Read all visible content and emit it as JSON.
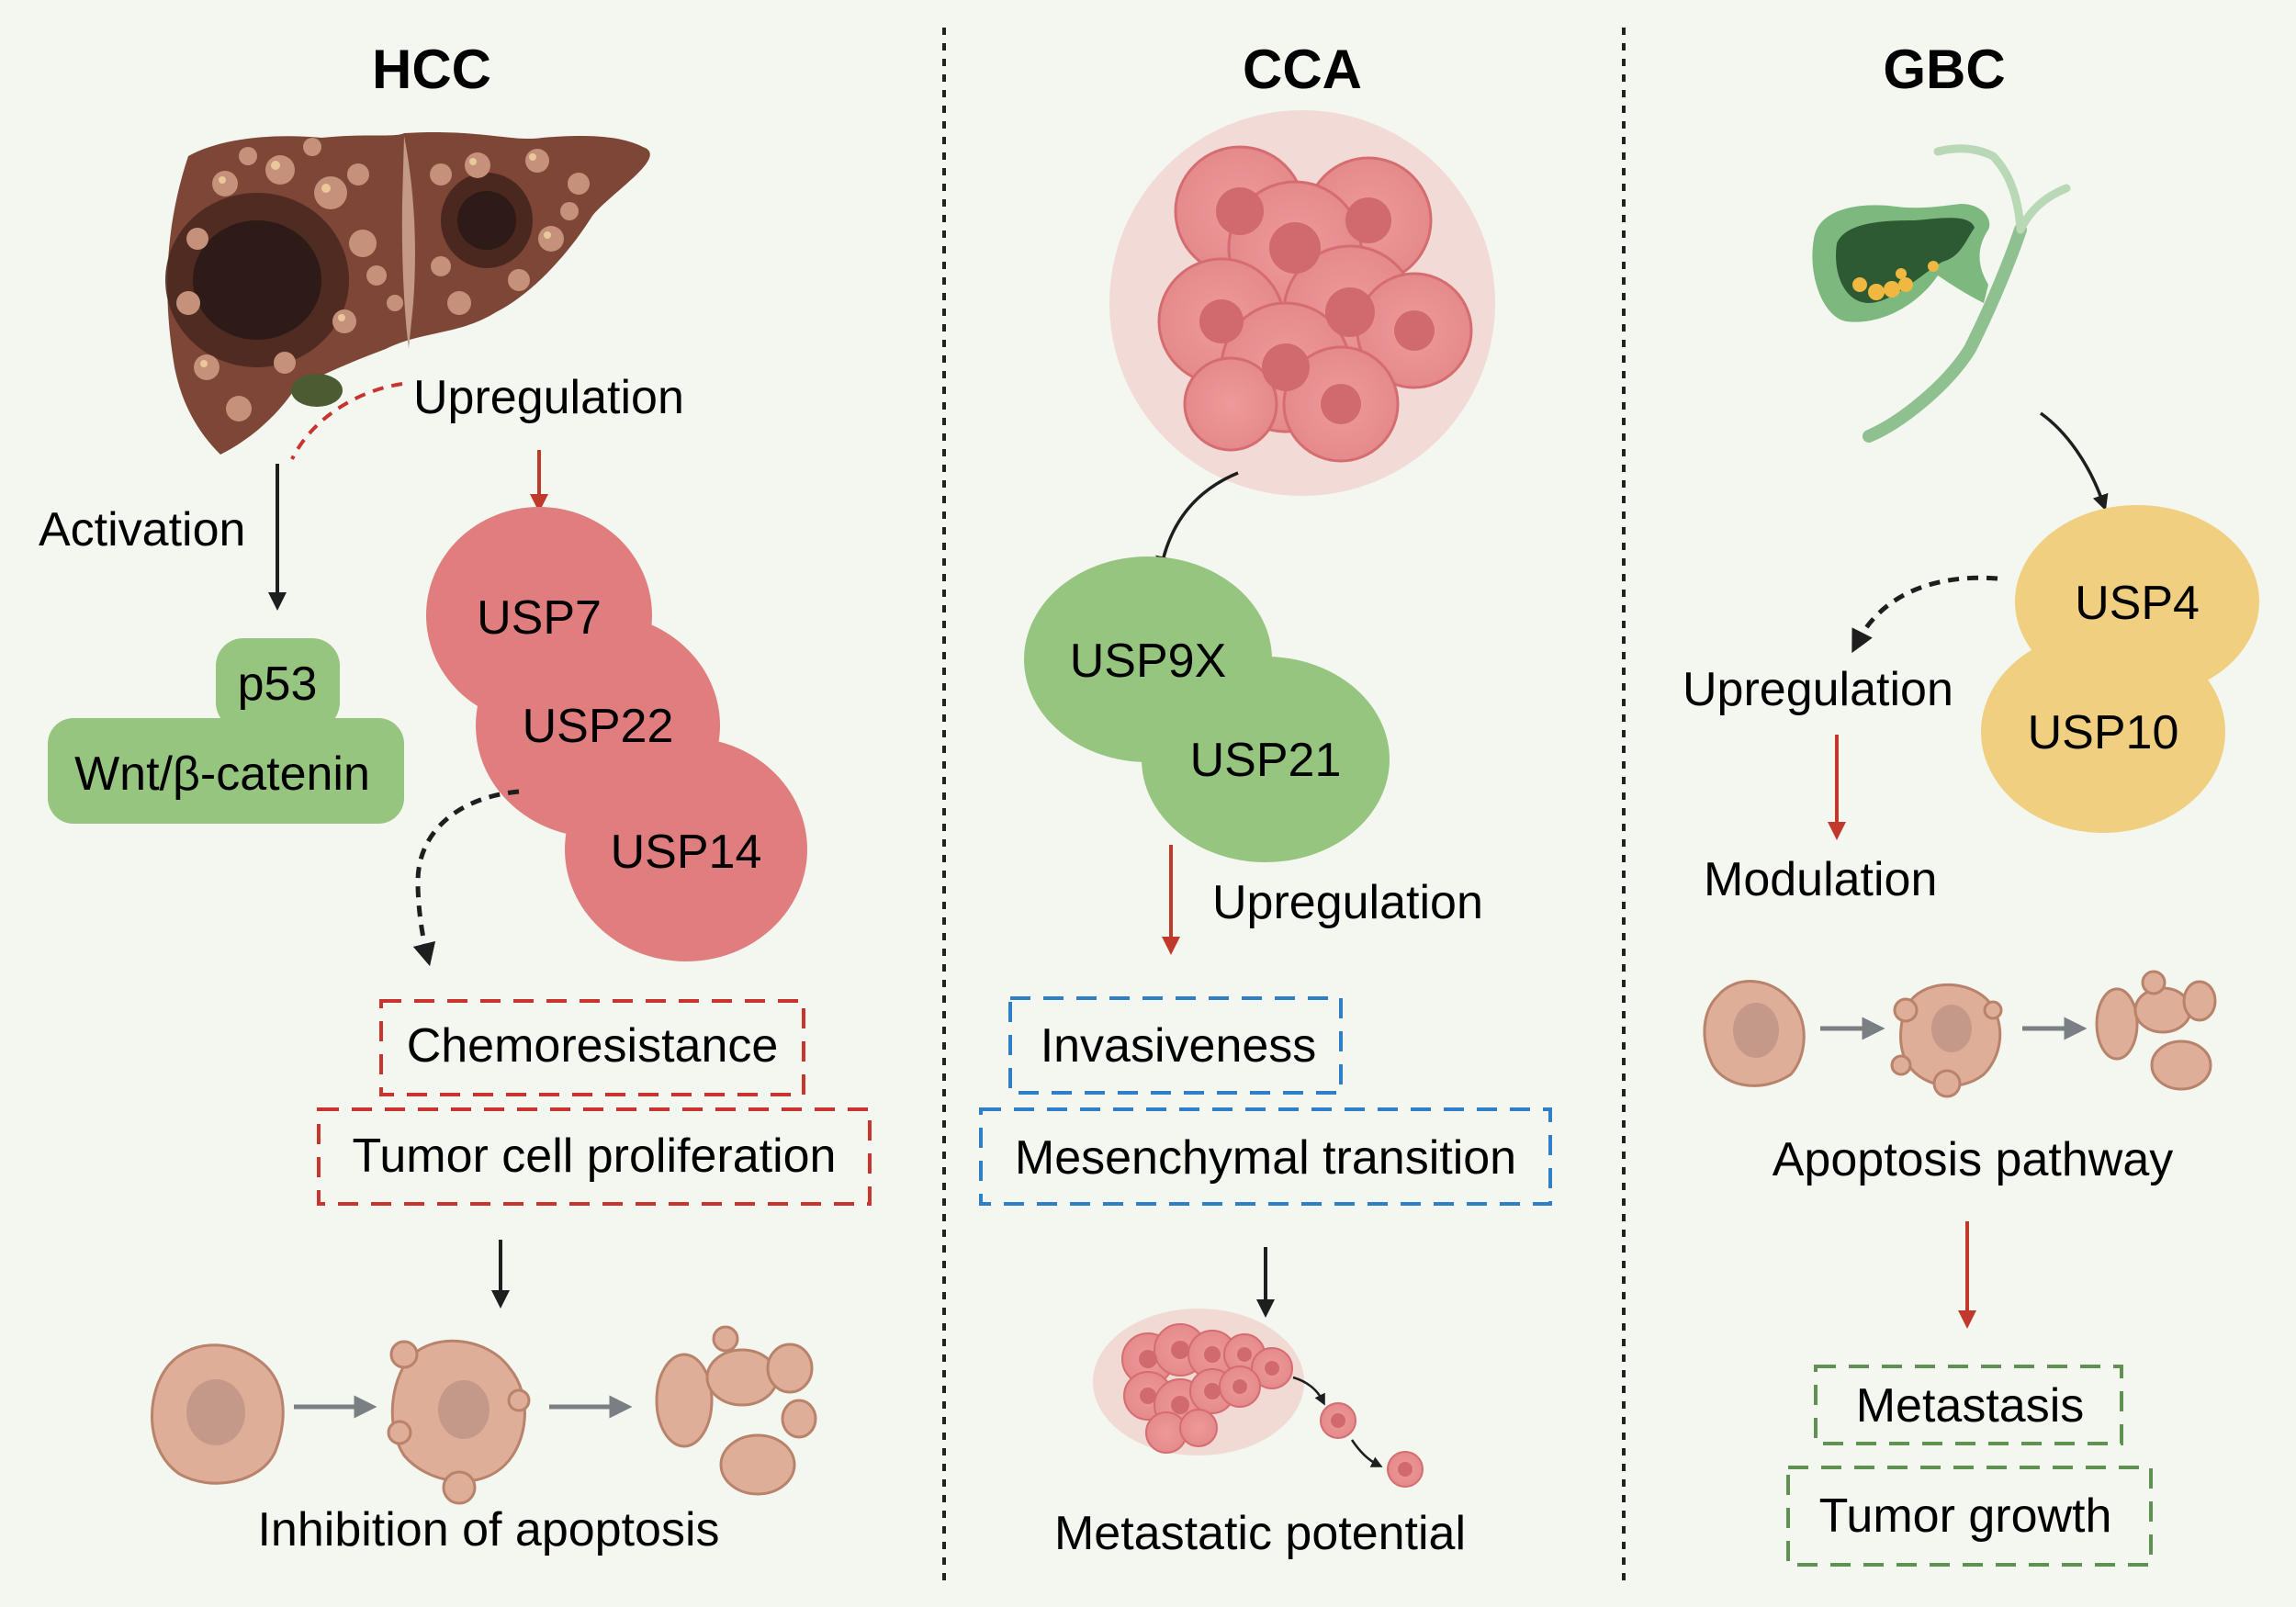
{
  "colors": {
    "background": "#f3f7f0",
    "red_arrow": "#c0392b",
    "black_arrow": "#1e1e1e",
    "gray_arrow": "#7a7f83",
    "green_node": "#96c57f",
    "red_node": "#e07d7e",
    "yellow_node": "#f1cf80",
    "red_dash": "#c9342e",
    "blue_dash": "#2f7fc8",
    "green_dash": "#5f9152",
    "cell_fill": "#deae98",
    "cell_stroke": "#b8826b"
  },
  "panels": {
    "hcc": {
      "title": "HCC",
      "illustration": "liver-tumor-icon",
      "upregulation_label": "Upregulation",
      "activation_label": "Activation",
      "pathway_nodes": [
        "p53",
        "Wnt/β-catenin"
      ],
      "usp_nodes": [
        "USP7",
        "USP22",
        "USP14"
      ],
      "outcomes": [
        "Chemoresistance",
        "Tumor cell proliferation"
      ],
      "final_label": "Inhibition of apoptosis"
    },
    "cca": {
      "title": "CCA",
      "illustration": "tumor-cell-cluster-icon",
      "usp_nodes": [
        "USP9X",
        "USP21"
      ],
      "upregulation_label": "Upregulation",
      "outcomes": [
        "Invasiveness",
        "Mesenchymal transition"
      ],
      "final_label": "Metastatic potential"
    },
    "gbc": {
      "title": "GBC",
      "illustration": "gallbladder-icon",
      "usp_nodes": [
        "USP4",
        "USP10"
      ],
      "upregulation_label": "Upregulation",
      "modulation_label": "Modulation",
      "pathway_label": "Apoptosis pathway",
      "outcomes": [
        "Metastasis",
        "Tumor growth"
      ]
    }
  }
}
